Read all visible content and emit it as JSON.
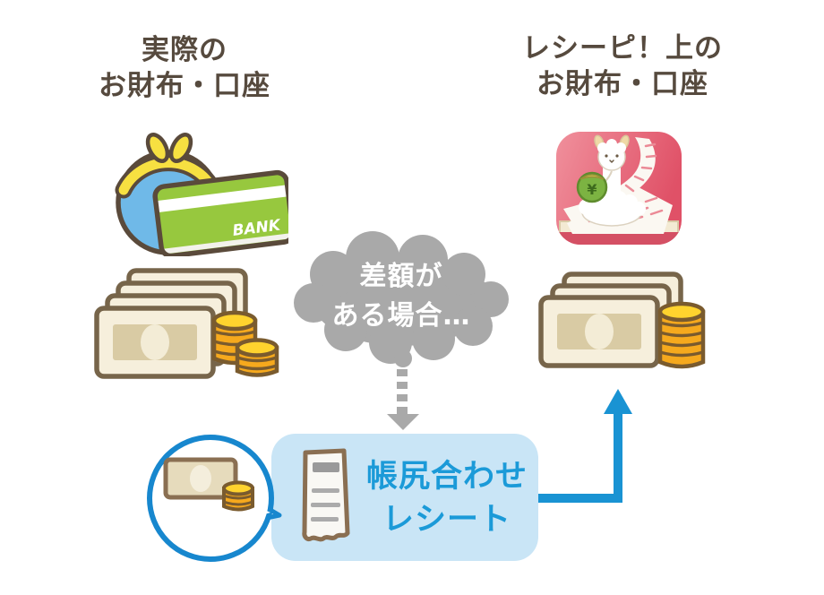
{
  "diagram": {
    "left_column": {
      "title_line1": "実際の",
      "title_line2": "お財布・口座",
      "bank_card_label": "BANK"
    },
    "right_column": {
      "title_line1": "レシーピ！上の",
      "title_line2": "お財布・口座",
      "app_pouch_symbol": "¥"
    },
    "cloud_note": {
      "line1": "差額が",
      "line2": "ある場合…"
    },
    "adjustment_box": {
      "line1": "帳尻合わせ",
      "line2": "レシート"
    }
  },
  "icons": {
    "left_illustrations": [
      "coin-purse-icon",
      "bank-card-icon",
      "banknote-stack-icon",
      "coin-stack-icon"
    ],
    "right_illustrations": [
      "receipi-app-icon",
      "banknote-stack-icon",
      "coin-stack-icon"
    ],
    "flow_elements": [
      "thought-cloud",
      "dashed-down-arrow-icon",
      "receipt-icon",
      "money-speech-bubble-icon",
      "elbow-up-arrow-icon"
    ]
  },
  "colors": {
    "background": "#FFFFFF",
    "title_text": "#564A3E",
    "cloud_fill": "#A9A9A9",
    "cloud_text": "#FFFFFF",
    "box_fill": "#C9E5F6",
    "box_text": "#1B9AD8",
    "flow_arrow_blue": "#1993D3",
    "bubble_border_blue": "#1787CE",
    "outline_brown": "#6E5B44",
    "banknote_fill": "#F6EFDC",
    "banknote_inner": "#D9CBA4",
    "coin_gold": "#F6A91D",
    "coin_top": "#FFD32E",
    "purse_blue": "#6FB9E8",
    "clasp_yellow": "#F7E041",
    "card_green": "#97C83E",
    "app_icon_pink": "#E4596B"
  }
}
